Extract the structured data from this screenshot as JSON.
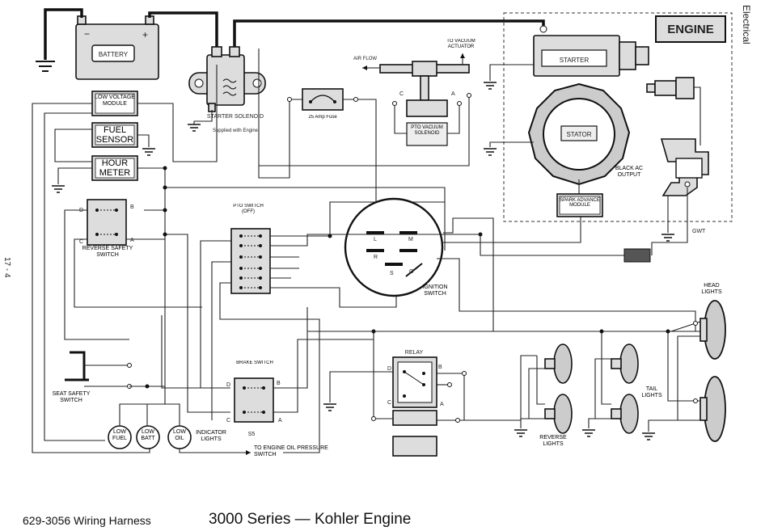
{
  "labels": {
    "battery": "BATTERY",
    "battery_neg": "−",
    "battery_pos": "+",
    "low_voltage_module": "LOW VOLTAGE MODULE",
    "fuel_sensor": "FUEL SENSOR",
    "hour_meter": "HOUR METER",
    "reverse_safety_switch": "REVERSE SAFETY SWITCH",
    "starter_solenoid": "STARTER SOLENOID",
    "starter_solenoid_note": "Supplied with Engine",
    "fuse": "25 Amp Fuse",
    "air_flow": "AIR FLOW",
    "to_vacuum_actuator": "TO VACUUM ACTUATOR",
    "pto_vacuum_solenoid": "PTO VACUUM SOLENOID",
    "pto_switch": "PTO SWITCH (OFF)",
    "ignition_switch": "IGNITION SWITCH",
    "engine": "ENGINE",
    "starter": "STARTER",
    "stator": "STATOR",
    "black_ac_output": "BLACK AC OUTPUT",
    "spark_advance_module": "SPARK ADVANCE MODULE",
    "gwt": "GWT",
    "head_lights": "HEAD LIGHTS",
    "tail_lights": "TAIL LIGHTS",
    "reverse_lights": "REVERSE LIGHTS",
    "relay": "RELAY",
    "brake_switch": "BRAKE SWITCH",
    "s5": "S5",
    "seat_safety_switch": "SEAT SAFETY SWITCH",
    "low_fuel": "LOW FUEL",
    "low_batt": "LOW BATT",
    "low_oil": "LOW OIL",
    "indicator_lights": "INDICATOR LIGHTS",
    "to_engine_oil_pressure_switch": "TO ENGINE OIL PRESSURE SWITCH",
    "ign_terminals": [
      "L",
      "M",
      "R",
      "S",
      "G"
    ],
    "terminals": {
      "a": "A",
      "b": "B",
      "c": "C",
      "d": "D"
    }
  },
  "footer": {
    "part_number": "629-3056 Wiring Harness",
    "series": "3000 Series — Kohler Engine"
  },
  "side": {
    "section": "Electrical",
    "page": "17 - 4"
  }
}
